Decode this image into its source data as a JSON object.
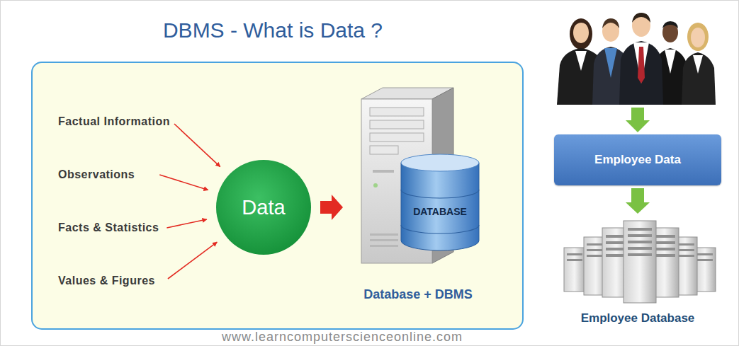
{
  "diagram": {
    "title": "DBMS - What is Data ?",
    "nodes": [
      {
        "text": [
          "Factual Information"
        ]
      },
      {
        "text": [
          "Observations"
        ]
      },
      {
        "text": [
          "Facts & Statistics"
        ]
      },
      {
        "text": [
          "Values & Figures"
        ]
      },
      {
        "text": [
          "Data"
        ]
      },
      {
        "text": [
          "DATABASE",
          "Database + DBMS"
        ]
      },
      {
        "text": [
          "Employee Data"
        ]
      },
      {
        "text": [
          "Employee Database"
        ]
      }
    ],
    "edges": [
      {
        "from": 0,
        "to": 4,
        "arrow": "to"
      },
      {
        "from": 1,
        "to": 4,
        "arrow": "to"
      },
      {
        "from": 2,
        "to": 4,
        "arrow": "to"
      },
      {
        "from": 3,
        "to": 4,
        "arrow": "to"
      },
      {
        "from": 4,
        "to": 5,
        "arrow": "to"
      },
      {
        "from": 6,
        "to": 7,
        "arrow": "to"
      }
    ],
    "labels": [
      "www.learncomputerscienceonline.com"
    ]
  }
}
